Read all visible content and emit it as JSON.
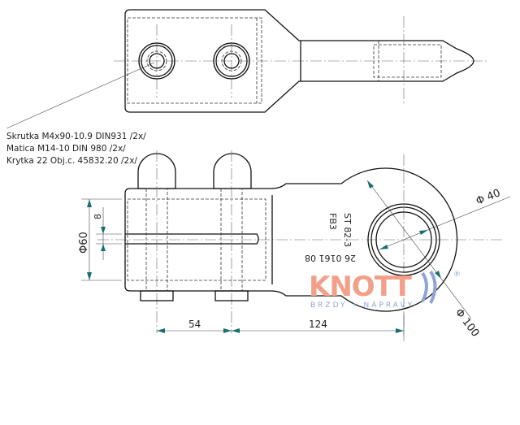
{
  "notes": [
    "Skrutka M4x90-10.9 DIN931 /2x/",
    "Matica M14-10  DIN 980 /2x/",
    "Krytka 22 Obj.c. 45832.20 /2x/"
  ],
  "dimensions": {
    "phi60": "Φ60",
    "eight": "8",
    "d54": "54",
    "d124": "124",
    "phi40": "Φ 40",
    "phi100": "Φ 100"
  },
  "markings": {
    "line1": "ST 82-3",
    "line2": "FB3",
    "part_no": "26 0161 08"
  },
  "logo": {
    "name": "KNOTT",
    "tagline": "BRZDY • NÁPRAVY",
    "reg": "®",
    "color": "#f3a08a",
    "accent": "#8fa3d6"
  }
}
